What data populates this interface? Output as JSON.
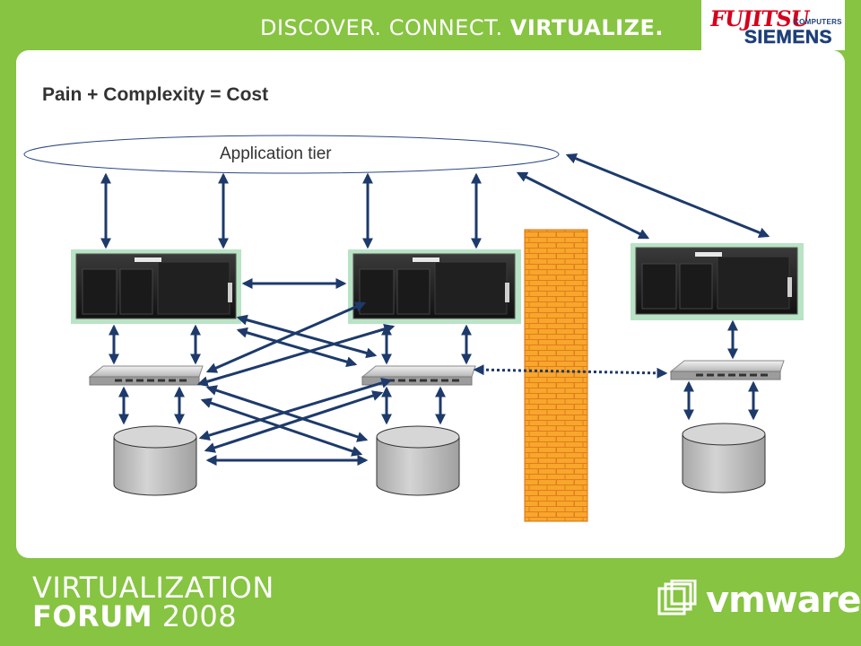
{
  "header": {
    "tagline_1": "DISCOVER.",
    "tagline_2": "CONNECT.",
    "tagline_3": "VIRTUALIZE.",
    "logo_fujitsu": "FUJITSU",
    "logo_computers": "COMPUTERS",
    "logo_siemens": "SIEMENS"
  },
  "slide": {
    "title": "Pain + Complexity = Cost",
    "application_tier_label": "Application tier"
  },
  "footer": {
    "line_1": "VIRTUALIZATION",
    "line_2_bold": "FORUM",
    "line_2_year": "2008",
    "vmware_logo": "vmware",
    "vmware_reg": "®"
  },
  "colors": {
    "background": "#86c441",
    "arrow": "#1d3a6b",
    "server_frame": "#b9e3c5",
    "firewall": "#f5a623",
    "firewall_mortar": "#e07b1f",
    "storage": "#c6c6c6"
  }
}
